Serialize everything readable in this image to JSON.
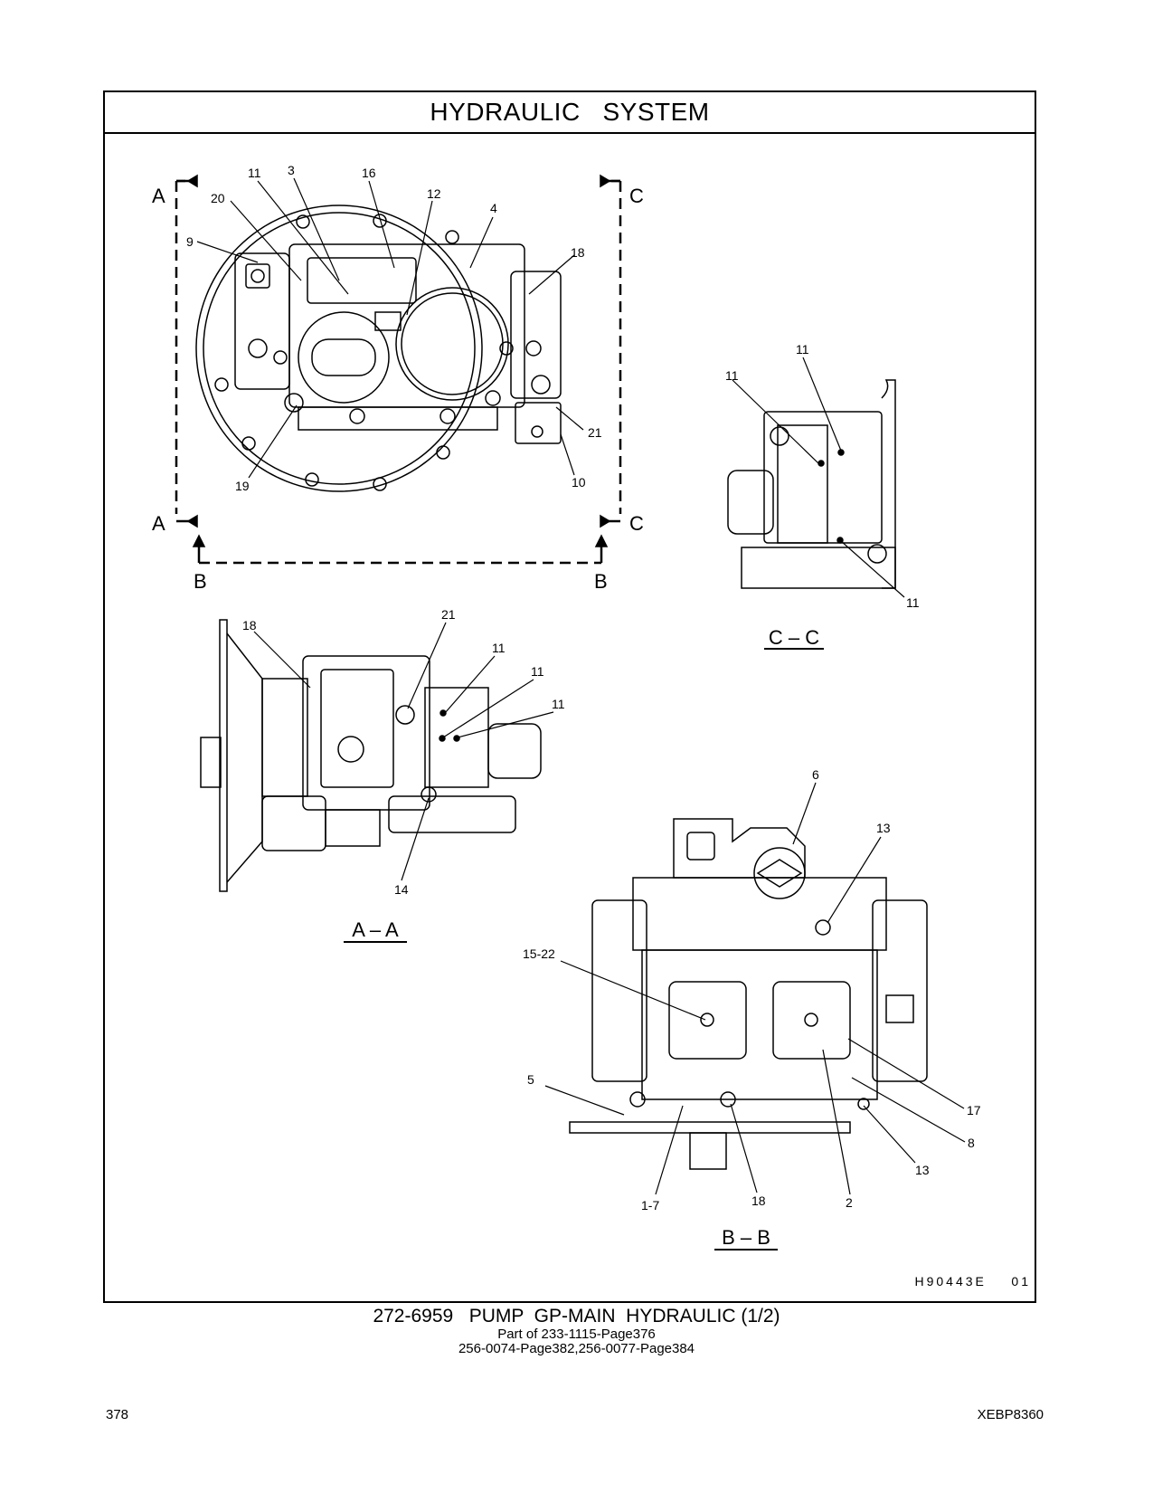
{
  "header": {
    "title": "HYDRAULIC   SYSTEM"
  },
  "drawing": {
    "code": "H90443E    01",
    "section_labels": {
      "a_top": "A",
      "a_bottom": "A",
      "b_left": "B",
      "b_right": "B",
      "c_top": "C",
      "c_bottom": "C"
    },
    "view_titles": {
      "aa": "A – A",
      "bb": "B – B",
      "cc": "C – C"
    },
    "callouts": {
      "top": [
        "11",
        "3",
        "16",
        "12",
        "4",
        "18",
        "20",
        "9",
        "21",
        "10",
        "19"
      ],
      "cc": [
        "11",
        "11",
        "11"
      ],
      "aa": [
        "18",
        "21",
        "11",
        "11",
        "11",
        "14"
      ],
      "bb": [
        "6",
        "13",
        "15-22",
        "5",
        "17",
        "8",
        "13",
        "1-7",
        "18",
        "2"
      ]
    }
  },
  "footer": {
    "part_title": "272-6959   PUMP  GP-MAIN  HYDRAULIC (1/2)",
    "part_of": "Part of 233-1115-Page376",
    "references": "256-0074-Page382,256-0077-Page384",
    "page_number": "378",
    "document_number": "XEBP8360"
  }
}
